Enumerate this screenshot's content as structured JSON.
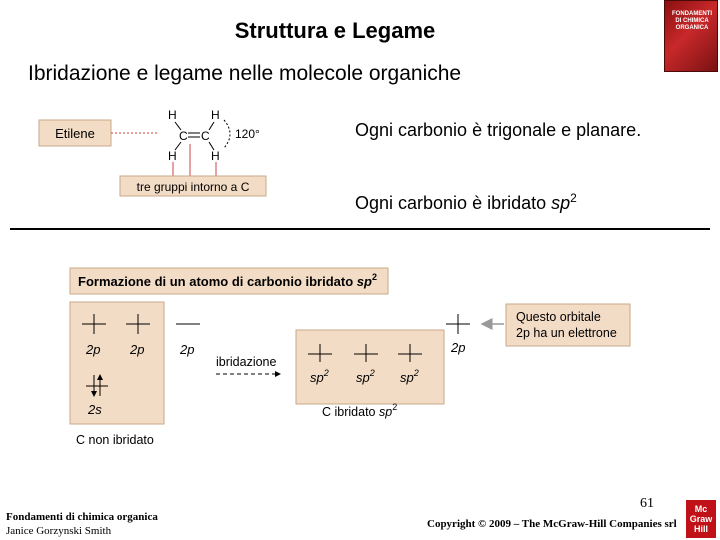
{
  "slide": {
    "title": "Struttura e Legame",
    "subtitle": "Ibridazione e legame nelle molecole organiche",
    "bullet1": "Ogni carbonio è trigonale e planare.",
    "bullet2_text": "Ogni carbonio è ibridato ",
    "bullet2_italic": "sp",
    "bullet2_sup": "2"
  },
  "book_cover": {
    "title": "FONDAMENTI DI CHIMICA ORGANICA"
  },
  "ethylene_figure": {
    "label": "Etilene",
    "atoms": [
      "H",
      "H",
      "C",
      "C",
      "H",
      "H"
    ],
    "angle": "120°",
    "caption": "tre gruppi intorno a C"
  },
  "hybridization_figure": {
    "header_text": "Formazione di un atomo di carbonio ibridato ",
    "header_sp": "sp",
    "header_sup": "2",
    "left_orbitals": [
      "2p",
      "2p",
      "2p",
      "2s"
    ],
    "left_caption": "C non ibridato",
    "arrow_label": "ibridazione",
    "right_orbitals": [
      "sp",
      "sp",
      "sp"
    ],
    "right_sup": "2",
    "right_2p": "2p",
    "right_caption_text": "C ibridato ",
    "right_caption_sp": "sp",
    "note_line1": "Questo orbitale",
    "note_line2": "2p ha un elettrone"
  },
  "footer": {
    "book": "Fondamenti di chimica organica",
    "author": "Janice Gorzynski Smith",
    "page": "61",
    "copyright": "Copyright © 2009 – The McGraw-Hill Companies srl",
    "logo_lines": [
      "Mc",
      "Graw",
      "Hill"
    ]
  }
}
